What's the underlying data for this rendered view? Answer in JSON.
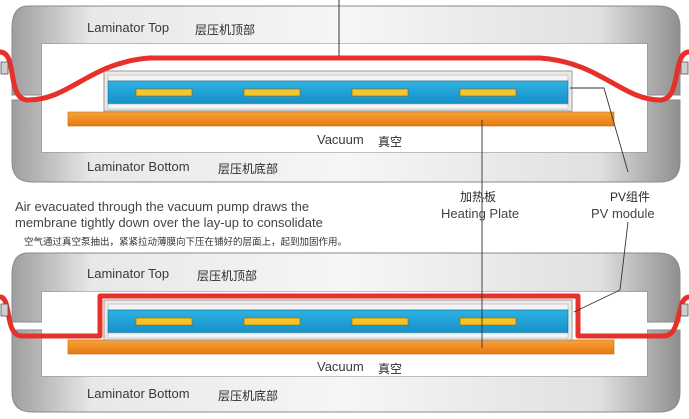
{
  "top_panel": {
    "laminator_top": "Laminator Top",
    "laminator_top_cn": "层压机顶部",
    "vacuum": "Vacuum",
    "vacuum_cn": "真空",
    "laminator_bottom": "Laminator Bottom",
    "laminator_bottom_cn": "层压机底部"
  },
  "bottom_panel": {
    "laminator_top": "Laminator Top",
    "laminator_top_cn": "层压机顶部",
    "vacuum": "Vacuum",
    "vacuum_cn": "真空",
    "laminator_bottom": "Laminator Bottom",
    "laminator_bottom_cn": "层压机底部"
  },
  "caption": {
    "line1": "Air evacuated through the vacuum pump draws the",
    "line2": "membrane tightly down over the lay-up to consolidate",
    "cn": "空气通过真空泵抽出，紧紧拉动薄膜向下压在铺好的层面上，起到加固作用。"
  },
  "heating_plate": {
    "cn": "加热板",
    "en": "Heating Plate"
  },
  "pv_module": {
    "cn": "PV组件",
    "en": "PV module"
  },
  "colors": {
    "membrane": "#e8302a",
    "heater": "#f28a1c",
    "glass": "#1ea3d8",
    "cell": "#f7c52b",
    "shell": "#c8c8c8"
  }
}
